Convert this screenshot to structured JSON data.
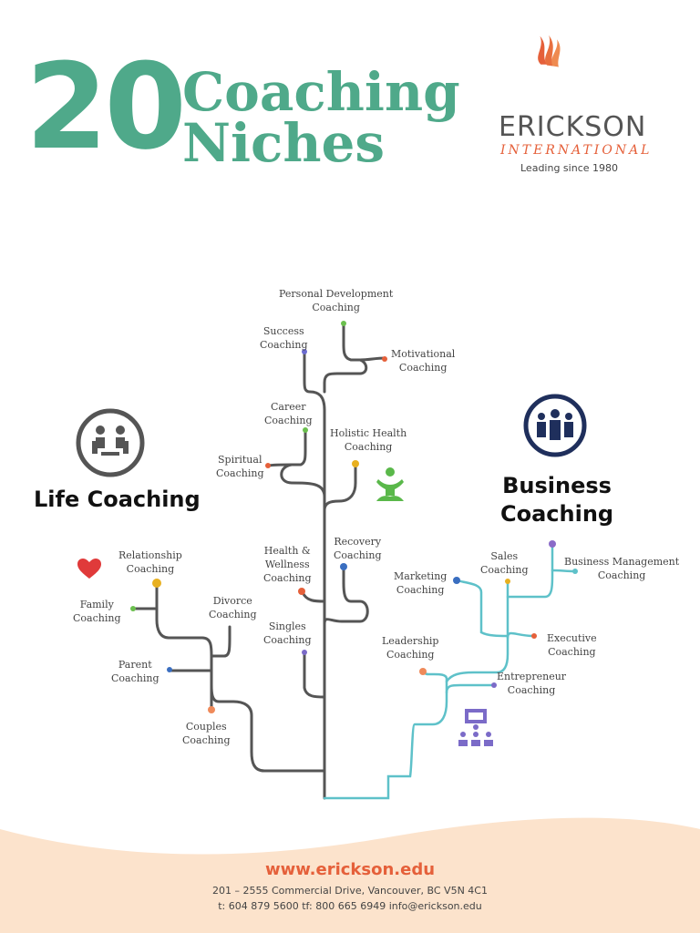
{
  "header": {
    "number": "20",
    "word1": "Coaching",
    "word2": "Niches"
  },
  "logo": {
    "name": "ERICKSON",
    "sub": "INTERNATIONAL",
    "tagline": "Leading since 1980",
    "icon": "flame-icon"
  },
  "sections": {
    "life": "Life Coaching",
    "business_line1": "Business",
    "business_line2": "Coaching"
  },
  "niches": {
    "personal_development": [
      "Personal Development",
      "Coaching"
    ],
    "success": [
      "Success",
      "Coaching"
    ],
    "motivational": [
      "Motivational",
      "Coaching"
    ],
    "career": [
      "Career",
      "Coaching"
    ],
    "holistic_health": [
      "Holistic Health",
      "Coaching"
    ],
    "spiritual": [
      "Spiritual",
      "Coaching"
    ],
    "health_wellness": [
      "Health &",
      "Wellness",
      "Coaching"
    ],
    "recovery": [
      "Recovery",
      "Coaching"
    ],
    "singles": [
      "Singles",
      "Coaching"
    ],
    "relationship": [
      "Relationship",
      "Coaching"
    ],
    "family": [
      "Family",
      "Coaching"
    ],
    "divorce": [
      "Divorce",
      "Coaching"
    ],
    "parent": [
      "Parent",
      "Coaching"
    ],
    "couples": [
      "Couples",
      "Coaching"
    ],
    "sales": [
      "Sales",
      "Coaching"
    ],
    "business_management": [
      "Business Management",
      "Coaching"
    ],
    "marketing": [
      "Marketing",
      "Coaching"
    ],
    "executive": [
      "Executive",
      "Coaching"
    ],
    "leadership": [
      "Leadership",
      "Coaching"
    ],
    "entrepreneur": [
      "Entrepreneur",
      "Coaching"
    ]
  },
  "colors": {
    "title_green": "#4fa98a",
    "orange": "#e5603a",
    "tree_gray": "#555555",
    "teal": "#5ec1c9",
    "navy": "#1f2f5c",
    "footer_bg": "#fce3cc"
  },
  "icons": [
    "people-talking-icon",
    "meditation-icon",
    "heart-icon",
    "team-icon",
    "presenter-icon"
  ],
  "footer": {
    "url": "www.erickson.edu",
    "address": "201 – 2555 Commercial Drive, Vancouver, BC V5N 4C1",
    "contact": "t: 604 879 5600   tf: 800 665 6949   info@erickson.edu"
  }
}
